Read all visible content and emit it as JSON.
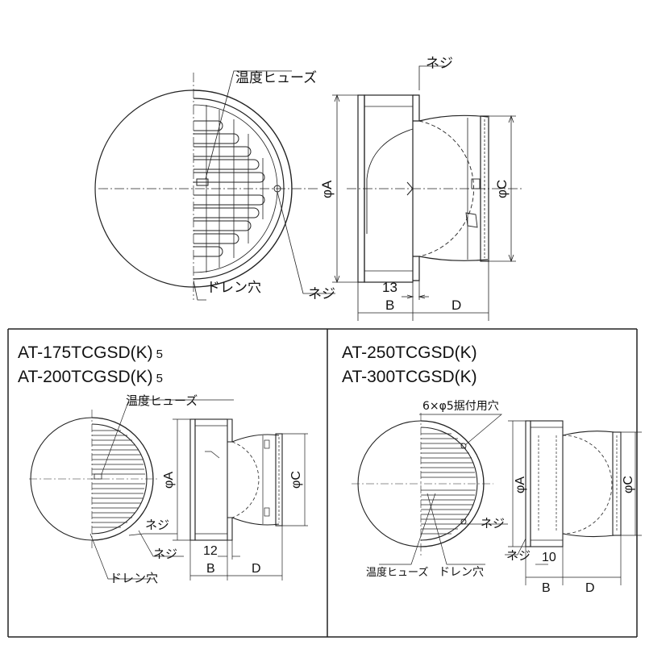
{
  "top": {
    "labels": {
      "fuse": "温度ヒューズ",
      "screw_top": "ネジ",
      "drain": "ドレン穴",
      "screw_bottom": "ネジ",
      "phi_a": "φA",
      "phi_c": "φC",
      "dim_13": "13",
      "dim_b": "B",
      "dim_d": "D"
    }
  },
  "bottom_left": {
    "model_1": "AT-175TCGSD(K)",
    "model_1_suffix": "5",
    "model_2": "AT-200TCGSD(K)",
    "model_2_suffix": "5",
    "labels": {
      "fuse": "温度ヒューズ",
      "screw_1": "ネジ",
      "screw_2": "ネジ",
      "drain": "ドレン穴",
      "phi_a": "φA",
      "phi_c": "φC",
      "dim_12": "12",
      "dim_b": "B",
      "dim_d": "D"
    }
  },
  "bottom_right": {
    "model_1": "AT-250TCGSD(K)",
    "model_2": "AT-300TCGSD(K)",
    "labels": {
      "holes": "6×φ5据付用穴",
      "screw": "ネジ",
      "fuse": "温度ヒューズ",
      "drain": "ドレン穴",
      "screw_side": "ネジ",
      "phi_a": "φA",
      "phi_c": "φC",
      "dim_10": "10",
      "dim_b": "B",
      "dim_d": "D"
    }
  }
}
